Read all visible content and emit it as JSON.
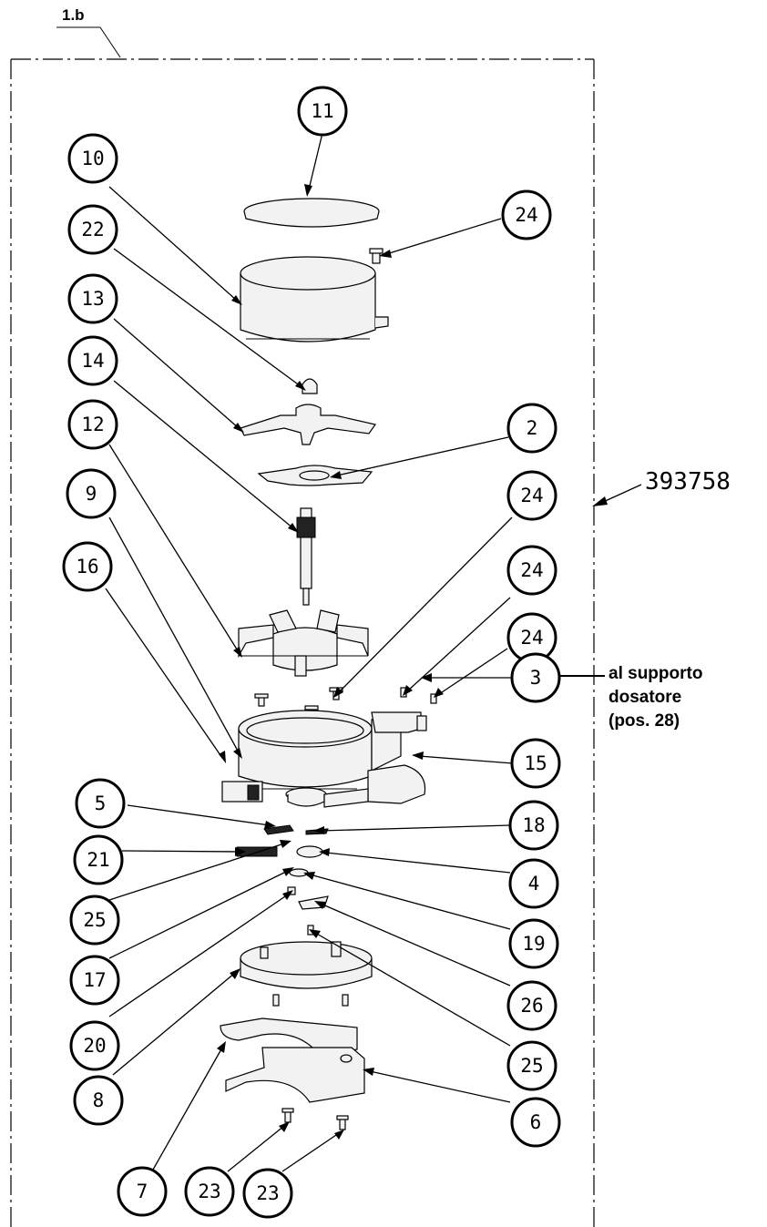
{
  "sheet_label": "1.b",
  "drawing_number": "393758",
  "note_lines": [
    "al supporto",
    "dosatore",
    "(pos. 28)"
  ],
  "balloons": [
    {
      "id": "11",
      "label": "11"
    },
    {
      "id": "10",
      "label": "10"
    },
    {
      "id": "24a",
      "label": "24"
    },
    {
      "id": "22",
      "label": "22"
    },
    {
      "id": "13",
      "label": "13"
    },
    {
      "id": "14",
      "label": "14"
    },
    {
      "id": "2",
      "label": "2"
    },
    {
      "id": "12",
      "label": "12"
    },
    {
      "id": "9",
      "label": "9"
    },
    {
      "id": "24b",
      "label": "24"
    },
    {
      "id": "16",
      "label": "16"
    },
    {
      "id": "24c",
      "label": "24"
    },
    {
      "id": "24d",
      "label": "24"
    },
    {
      "id": "3",
      "label": "3"
    },
    {
      "id": "15",
      "label": "15"
    },
    {
      "id": "5",
      "label": "5"
    },
    {
      "id": "18",
      "label": "18"
    },
    {
      "id": "21",
      "label": "21"
    },
    {
      "id": "4",
      "label": "4"
    },
    {
      "id": "25a",
      "label": "25"
    },
    {
      "id": "19",
      "label": "19"
    },
    {
      "id": "17",
      "label": "17"
    },
    {
      "id": "26",
      "label": "26"
    },
    {
      "id": "20",
      "label": "20"
    },
    {
      "id": "25b",
      "label": "25"
    },
    {
      "id": "8",
      "label": "8"
    },
    {
      "id": "6",
      "label": "6"
    },
    {
      "id": "7",
      "label": "7"
    },
    {
      "id": "23a",
      "label": "23"
    },
    {
      "id": "23b",
      "label": "23"
    }
  ]
}
